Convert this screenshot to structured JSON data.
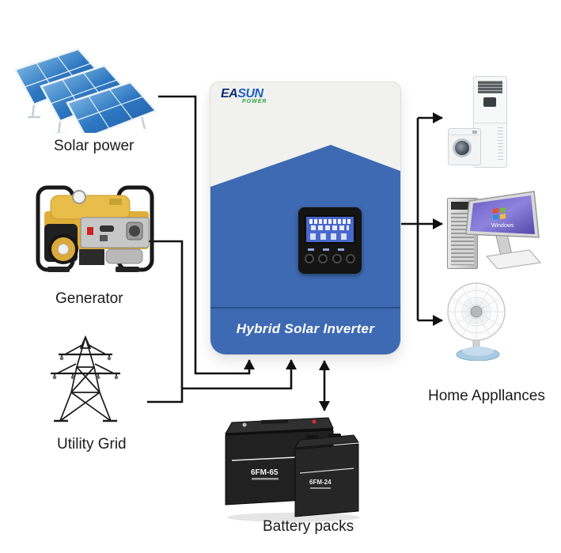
{
  "brand": {
    "ea": "EA",
    "sun": "SUN",
    "power": "POWER"
  },
  "inverter": {
    "title": "Hybrid Solar Inverter"
  },
  "labels": {
    "solar": "Solar power",
    "generator": "Generator",
    "utility": "Utility Grid",
    "appliances": "Home Appllances",
    "battery": "Battery packs"
  },
  "batteries": {
    "large_model": "6FM-65",
    "small_model": "6FM-24"
  },
  "computer": {
    "os_label": "Windows"
  },
  "icons": {
    "solar": "solar-panels",
    "generator": "portable-generator",
    "utility": "transmission-tower",
    "appliances": [
      "air-conditioner",
      "washing-machine",
      "desktop-computer",
      "table-fan"
    ],
    "battery": "lead-acid-batteries"
  },
  "colors": {
    "inverter_blue": "#3e6ab3",
    "inverter_white": "#f1f1ef",
    "logo_blue": "#1d5fc2",
    "logo_navy": "#132d6e",
    "logo_green": "#2fa23c",
    "lcd_blue": "#4a67cb",
    "line_black": "#111111",
    "solar_blue": "#2e78c2",
    "generator_yellow": "#dfae38",
    "fan_base_blue": "#a9cbe2",
    "battery_black": "#212121"
  }
}
